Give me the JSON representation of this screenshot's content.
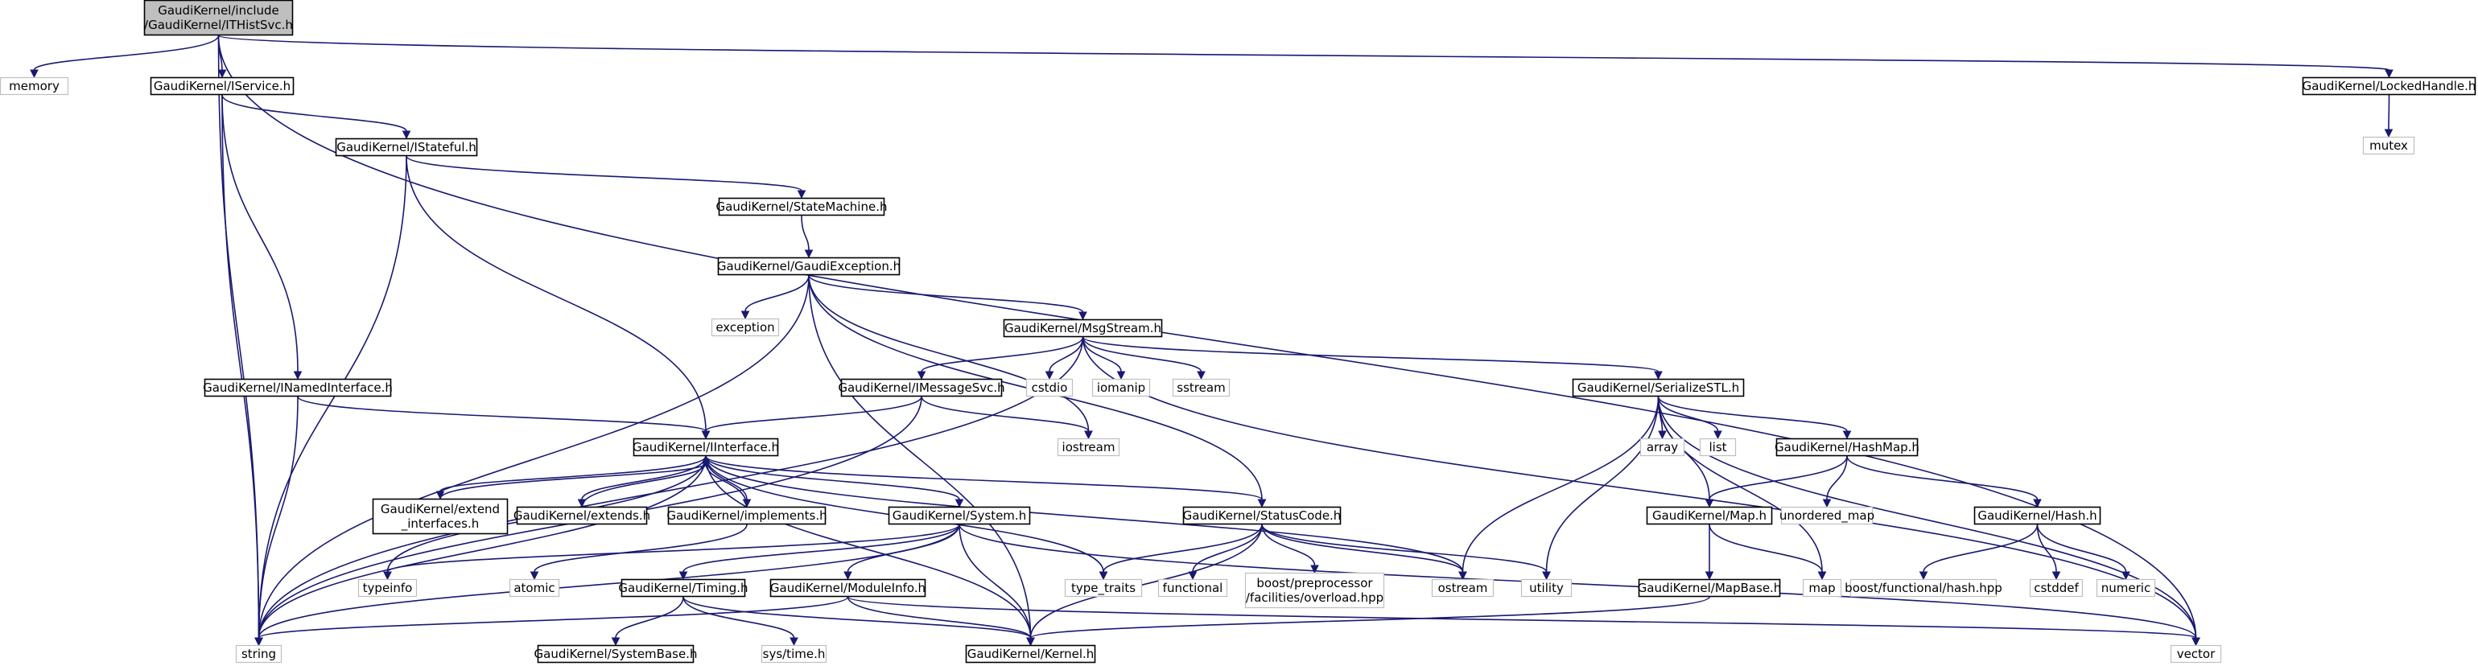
{
  "diagram": {
    "nodes": [
      {
        "id": "root",
        "lines": [
          "GaudiKernel/include",
          "/GaudiKernel/ITHistSvc.h"
        ],
        "kind": "root"
      },
      {
        "id": "memory",
        "lines": [
          "memory"
        ],
        "kind": "ext"
      },
      {
        "id": "iservice",
        "lines": [
          "GaudiKernel/IService.h"
        ],
        "kind": "doc"
      },
      {
        "id": "lockedhandle",
        "lines": [
          "GaudiKernel/LockedHandle.h"
        ],
        "kind": "doc"
      },
      {
        "id": "mutex",
        "lines": [
          "mutex"
        ],
        "kind": "ext"
      },
      {
        "id": "istateful",
        "lines": [
          "GaudiKernel/IStateful.h"
        ],
        "kind": "doc"
      },
      {
        "id": "statemachine",
        "lines": [
          "GaudiKernel/StateMachine.h"
        ],
        "kind": "doc"
      },
      {
        "id": "gaudiexception",
        "lines": [
          "GaudiKernel/GaudiException.h"
        ],
        "kind": "doc"
      },
      {
        "id": "exception",
        "lines": [
          "exception"
        ],
        "kind": "ext"
      },
      {
        "id": "msgstream",
        "lines": [
          "GaudiKernel/MsgStream.h"
        ],
        "kind": "doc"
      },
      {
        "id": "imessagesvc",
        "lines": [
          "GaudiKernel/IMessageSvc.h"
        ],
        "kind": "doc"
      },
      {
        "id": "cstdio",
        "lines": [
          "cstdio"
        ],
        "kind": "ext"
      },
      {
        "id": "iomanip",
        "lines": [
          "iomanip"
        ],
        "kind": "ext"
      },
      {
        "id": "sstream",
        "lines": [
          "sstream"
        ],
        "kind": "ext"
      },
      {
        "id": "serializestl",
        "lines": [
          "GaudiKernel/SerializeSTL.h"
        ],
        "kind": "doc"
      },
      {
        "id": "inamedinterface",
        "lines": [
          "GaudiKernel/INamedInterface.h"
        ],
        "kind": "doc"
      },
      {
        "id": "iinterface",
        "lines": [
          "GaudiKernel/IInterface.h"
        ],
        "kind": "doc"
      },
      {
        "id": "iostream",
        "lines": [
          "iostream"
        ],
        "kind": "ext"
      },
      {
        "id": "array",
        "lines": [
          "array"
        ],
        "kind": "ext"
      },
      {
        "id": "list",
        "lines": [
          "list"
        ],
        "kind": "ext"
      },
      {
        "id": "hashmap",
        "lines": [
          "GaudiKernel/HashMap.h"
        ],
        "kind": "doc"
      },
      {
        "id": "extendif",
        "lines": [
          "GaudiKernel/extend",
          "_interfaces.h"
        ],
        "kind": "doc"
      },
      {
        "id": "extends",
        "lines": [
          "GaudiKernel/extends.h"
        ],
        "kind": "doc"
      },
      {
        "id": "implements",
        "lines": [
          "GaudiKernel/implements.h"
        ],
        "kind": "doc"
      },
      {
        "id": "system",
        "lines": [
          "GaudiKernel/System.h"
        ],
        "kind": "doc"
      },
      {
        "id": "statuscode",
        "lines": [
          "GaudiKernel/StatusCode.h"
        ],
        "kind": "doc"
      },
      {
        "id": "map_h",
        "lines": [
          "GaudiKernel/Map.h"
        ],
        "kind": "doc"
      },
      {
        "id": "unordered_map",
        "lines": [
          "unordered_map"
        ],
        "kind": "ext"
      },
      {
        "id": "hash_h",
        "lines": [
          "GaudiKernel/Hash.h"
        ],
        "kind": "doc"
      },
      {
        "id": "typeinfo",
        "lines": [
          "typeinfo"
        ],
        "kind": "ext"
      },
      {
        "id": "atomic",
        "lines": [
          "atomic"
        ],
        "kind": "ext"
      },
      {
        "id": "timing",
        "lines": [
          "GaudiKernel/Timing.h"
        ],
        "kind": "doc"
      },
      {
        "id": "moduleinfo",
        "lines": [
          "GaudiKernel/ModuleInfo.h"
        ],
        "kind": "doc"
      },
      {
        "id": "type_traits",
        "lines": [
          "type_traits"
        ],
        "kind": "ext"
      },
      {
        "id": "functional",
        "lines": [
          "functional"
        ],
        "kind": "ext"
      },
      {
        "id": "boostpp",
        "lines": [
          "boost/preprocessor",
          "/facilities/overload.hpp"
        ],
        "kind": "ext"
      },
      {
        "id": "ostream",
        "lines": [
          "ostream"
        ],
        "kind": "ext"
      },
      {
        "id": "utility",
        "lines": [
          "utility"
        ],
        "kind": "ext"
      },
      {
        "id": "mapbase",
        "lines": [
          "GaudiKernel/MapBase.h"
        ],
        "kind": "doc"
      },
      {
        "id": "map",
        "lines": [
          "map"
        ],
        "kind": "ext"
      },
      {
        "id": "boosthash",
        "lines": [
          "boost/functional/hash.hpp"
        ],
        "kind": "ext"
      },
      {
        "id": "cstddef",
        "lines": [
          "cstddef"
        ],
        "kind": "ext"
      },
      {
        "id": "numeric",
        "lines": [
          "numeric"
        ],
        "kind": "ext"
      },
      {
        "id": "string",
        "lines": [
          "string"
        ],
        "kind": "ext"
      },
      {
        "id": "systembase",
        "lines": [
          "GaudiKernel/SystemBase.h"
        ],
        "kind": "doc"
      },
      {
        "id": "systime",
        "lines": [
          "sys/time.h"
        ],
        "kind": "ext"
      },
      {
        "id": "kernel",
        "lines": [
          "GaudiKernel/Kernel.h"
        ],
        "kind": "doc"
      },
      {
        "id": "vector",
        "lines": [
          "vector"
        ],
        "kind": "ext"
      }
    ],
    "edges": [
      [
        "root",
        "memory"
      ],
      [
        "root",
        "iservice"
      ],
      [
        "root",
        "string"
      ],
      [
        "root",
        "lockedhandle"
      ],
      [
        "root",
        "vector"
      ],
      [
        "lockedhandle",
        "mutex"
      ],
      [
        "iservice",
        "istateful"
      ],
      [
        "iservice",
        "inamedinterface"
      ],
      [
        "iservice",
        "string"
      ],
      [
        "istateful",
        "statemachine"
      ],
      [
        "istateful",
        "iinterface"
      ],
      [
        "istateful",
        "string"
      ],
      [
        "statemachine",
        "gaudiexception"
      ],
      [
        "gaudiexception",
        "exception"
      ],
      [
        "gaudiexception",
        "msgstream"
      ],
      [
        "gaudiexception",
        "string"
      ],
      [
        "gaudiexception",
        "iostream"
      ],
      [
        "gaudiexception",
        "statuscode"
      ],
      [
        "gaudiexception",
        "kernel"
      ],
      [
        "msgstream",
        "imessagesvc"
      ],
      [
        "msgstream",
        "cstdio"
      ],
      [
        "msgstream",
        "iomanip"
      ],
      [
        "msgstream",
        "sstream"
      ],
      [
        "msgstream",
        "serializestl"
      ],
      [
        "msgstream",
        "string"
      ],
      [
        "msgstream",
        "vector"
      ],
      [
        "imessagesvc",
        "iinterface"
      ],
      [
        "imessagesvc",
        "iostream"
      ],
      [
        "imessagesvc",
        "string"
      ],
      [
        "inamedinterface",
        "iinterface"
      ],
      [
        "inamedinterface",
        "string"
      ],
      [
        "iinterface",
        "extendif"
      ],
      [
        "iinterface",
        "extends"
      ],
      [
        "iinterface",
        "implements"
      ],
      [
        "iinterface",
        "system"
      ],
      [
        "iinterface",
        "statuscode"
      ],
      [
        "iinterface",
        "typeinfo"
      ],
      [
        "iinterface",
        "type_traits"
      ],
      [
        "iinterface",
        "kernel"
      ],
      [
        "iinterface",
        "ostream"
      ],
      [
        "iinterface",
        "string"
      ],
      [
        "extendif",
        "iinterface"
      ],
      [
        "extends",
        "iinterface"
      ],
      [
        "implements",
        "iinterface"
      ],
      [
        "implements",
        "atomic"
      ],
      [
        "system",
        "timing"
      ],
      [
        "system",
        "moduleinfo"
      ],
      [
        "system",
        "kernel"
      ],
      [
        "system",
        "typeinfo"
      ],
      [
        "system",
        "string"
      ],
      [
        "system",
        "vector"
      ],
      [
        "timing",
        "systembase"
      ],
      [
        "timing",
        "systime"
      ],
      [
        "timing",
        "kernel"
      ],
      [
        "moduleinfo",
        "kernel"
      ],
      [
        "moduleinfo",
        "string"
      ],
      [
        "moduleinfo",
        "vector"
      ],
      [
        "statuscode",
        "type_traits"
      ],
      [
        "statuscode",
        "functional"
      ],
      [
        "statuscode",
        "boostpp"
      ],
      [
        "statuscode",
        "ostream"
      ],
      [
        "statuscode",
        "utility"
      ],
      [
        "statuscode",
        "kernel"
      ],
      [
        "serializestl",
        "array"
      ],
      [
        "serializestl",
        "list"
      ],
      [
        "serializestl",
        "hashmap"
      ],
      [
        "serializestl",
        "map_h"
      ],
      [
        "serializestl",
        "map"
      ],
      [
        "serializestl",
        "ostream"
      ],
      [
        "serializestl",
        "utility"
      ],
      [
        "serializestl",
        "vector"
      ],
      [
        "hashmap",
        "map_h"
      ],
      [
        "hashmap",
        "unordered_map"
      ],
      [
        "hashmap",
        "hash_h"
      ],
      [
        "map_h",
        "mapbase"
      ],
      [
        "map_h",
        "map"
      ],
      [
        "mapbase",
        "kernel"
      ],
      [
        "hash_h",
        "boosthash"
      ],
      [
        "hash_h",
        "cstddef"
      ],
      [
        "hash_h",
        "numeric"
      ]
    ]
  }
}
